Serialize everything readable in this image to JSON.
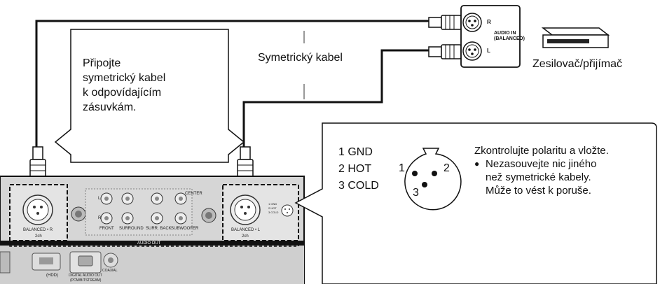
{
  "callout": {
    "lines": [
      "Připojte",
      "symetrický kabel",
      "k odpovídajícím",
      "zásuvkám."
    ]
  },
  "cable_label": "Symetrický kabel",
  "amplifier": {
    "label": "Zesilovač/přijímač",
    "jack_r": "R",
    "jack_l": "L",
    "input_line1": "AUDIO IN",
    "input_line2": "(BALANCED)"
  },
  "pin_legend": [
    "1 GND",
    "2 HOT",
    "3 COLD"
  ],
  "pin_numbers": [
    "1",
    "2",
    "3"
  ],
  "instructions": {
    "line1": "Zkontrolujte polaritu a vložte.",
    "bullet": "●",
    "bullet_lines": [
      "Nezasouvejte nic jiného",
      "než symetrické kabely.",
      "Může to vést k poruše."
    ]
  },
  "panel": {
    "balanced_r": "BALANCED • R",
    "balanced_l": "BALANCED • L",
    "ch_r": "2ch",
    "ch_l": "2ch",
    "audio_out": "AUDIO OUT",
    "front": "FRONT",
    "surround": "SURROUND",
    "surr_back": "SURR. BACK",
    "subwoofer": "SUBWOOFER",
    "center": "CENTER",
    "l": "L",
    "r": "R",
    "mini_pins": [
      "1 GND",
      "2 HOT",
      "3 COLD"
    ],
    "hdd": "(HDD)",
    "digital_out": "DIGITAL AUDIO OUT",
    "pcm": "(PCM/BITSTREAM)",
    "coaxial": "COAXIAL"
  }
}
